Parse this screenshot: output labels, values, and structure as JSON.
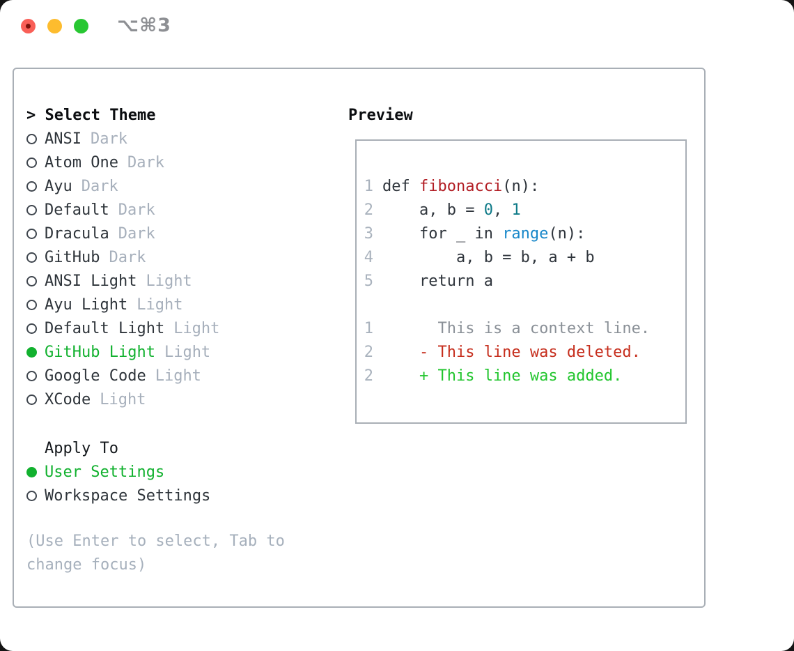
{
  "titlebar": {
    "title": "⌥⌘3"
  },
  "colors": {
    "selected_green": "#12b12f",
    "diff_added_green": "#21c52d",
    "diff_deleted_red": "#c62e1d",
    "function_red": "#b21d24",
    "number_teal": "#0e7a88",
    "builtin_blue": "#1787c9",
    "variant_gray": "#a6afbb",
    "panel_border": "#a9afb6"
  },
  "theme_picker": {
    "header_prefix": "> ",
    "header": "Select Theme",
    "items": [
      {
        "name": "ANSI",
        "variant": "Dark",
        "selected": false
      },
      {
        "name": "Atom One",
        "variant": "Dark",
        "selected": false
      },
      {
        "name": "Ayu",
        "variant": "Dark",
        "selected": false
      },
      {
        "name": "Default",
        "variant": "Dark",
        "selected": false
      },
      {
        "name": "Dracula",
        "variant": "Dark",
        "selected": false
      },
      {
        "name": "GitHub",
        "variant": "Dark",
        "selected": false
      },
      {
        "name": "ANSI Light",
        "variant": "Light",
        "selected": false
      },
      {
        "name": "Ayu Light",
        "variant": "Light",
        "selected": false
      },
      {
        "name": "Default Light",
        "variant": "Light",
        "selected": false
      },
      {
        "name": "GitHub Light",
        "variant": "Light",
        "selected": true
      },
      {
        "name": "Google Code",
        "variant": "Light",
        "selected": false
      },
      {
        "name": "XCode",
        "variant": "Light",
        "selected": false
      }
    ]
  },
  "apply_to": {
    "header": "Apply To",
    "options": [
      {
        "label": "User Settings",
        "selected": true
      },
      {
        "label": "Workspace Settings",
        "selected": false
      }
    ]
  },
  "footer_hint": "(Use Enter to select, Tab to change focus)",
  "preview": {
    "title": "Preview",
    "code_lines": [
      {
        "num": "1",
        "tokens": [
          {
            "t": "def ",
            "c": "code"
          },
          {
            "t": "fibonacci",
            "c": "func"
          },
          {
            "t": "(n):",
            "c": "code"
          }
        ]
      },
      {
        "num": "2",
        "tokens": [
          {
            "t": "    a, b = ",
            "c": "code"
          },
          {
            "t": "0",
            "c": "num"
          },
          {
            "t": ", ",
            "c": "code"
          },
          {
            "t": "1",
            "c": "num"
          }
        ]
      },
      {
        "num": "3",
        "tokens": [
          {
            "t": "    for _ in ",
            "c": "code"
          },
          {
            "t": "range",
            "c": "builtin"
          },
          {
            "t": "(n):",
            "c": "code"
          }
        ]
      },
      {
        "num": "4",
        "tokens": [
          {
            "t": "        a, b = b, a + b",
            "c": "code"
          }
        ]
      },
      {
        "num": "5",
        "tokens": [
          {
            "t": "    return a",
            "c": "code"
          }
        ]
      }
    ],
    "diff_lines": [
      {
        "num": "1",
        "tokens": [
          {
            "t": "      This is a context line.",
            "c": "ctx"
          }
        ]
      },
      {
        "num": "2",
        "tokens": [
          {
            "t": "    - This line was deleted.",
            "c": "del"
          }
        ]
      },
      {
        "num": "2",
        "tokens": [
          {
            "t": "    + This line was added.",
            "c": "add"
          }
        ]
      }
    ]
  }
}
